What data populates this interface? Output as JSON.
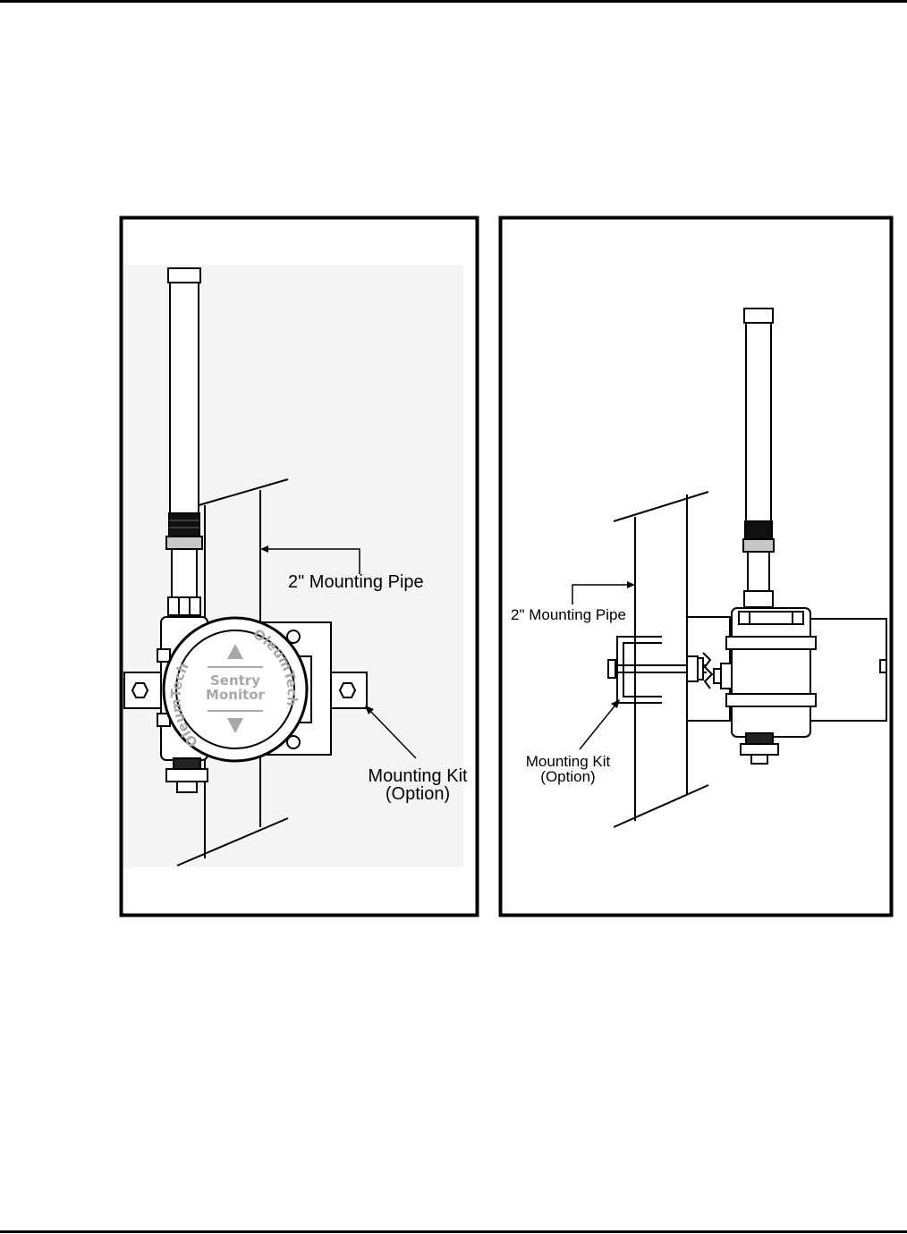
{
  "front_view": {
    "pipe_label": "2\" Mounting Pipe",
    "kit_label_line1": "Mounting Kit",
    "kit_label_line2": "(Option)",
    "logo_line1": "Sentry",
    "logo_line2": "Monitor",
    "brand_left": "OleumTech",
    "brand_right": "OleumTech"
  },
  "side_view": {
    "pipe_label": "2\" Mounting Pipe",
    "kit_label_line1": "Mounting Kit",
    "kit_label_line2": "(Option)"
  }
}
